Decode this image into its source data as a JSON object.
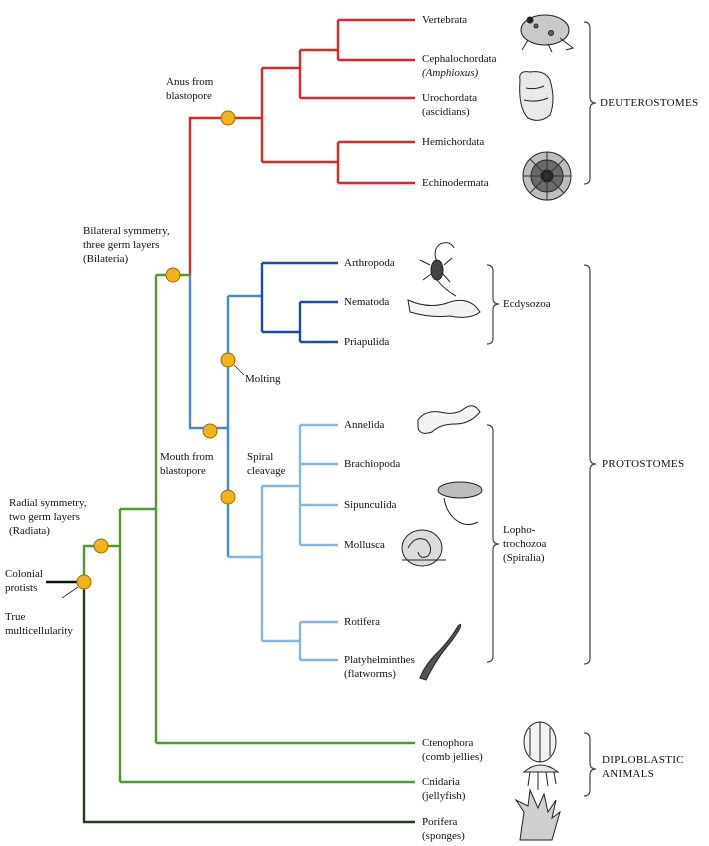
{
  "taxa": {
    "vertebrata": "Vertebrata",
    "cephalochordata": "Cephalochordata",
    "cephalochordata_sub": "(Amphioxus)",
    "urochordata": "Urochordata",
    "urochordata_sub": "(ascidians)",
    "hemichordata": "Hemichordata",
    "echinodermata": "Echinodermata",
    "arthropoda": "Arthropoda",
    "nematoda": "Nematoda",
    "priapulida": "Priapulida",
    "annelida": "Annelida",
    "brachiopoda": "Brachiopoda",
    "sipunculida": "Sipunculida",
    "mollusca": "Mollusca",
    "rotifera": "Rotifera",
    "platyhelminthes": "Platyhelminthes",
    "platyhelminthes_sub": "(flatworms)",
    "ctenophora": "Ctenophora",
    "ctenophora_sub": "(comb jellies)",
    "cnidaria": "Cnidaria",
    "cnidaria_sub": "(jellyfish)",
    "porifera": "Porifera",
    "porifera_sub": "(sponges)"
  },
  "nodes": {
    "anus": [
      "Anus from",
      "blastopore"
    ],
    "bilateral": [
      "Bilateral symmetry,",
      "three germ layers",
      "(Bilateria)"
    ],
    "molting": [
      "Molting"
    ],
    "mouth": [
      "Mouth from",
      "blastopore"
    ],
    "spiral": [
      "Spiral",
      "cleavage"
    ],
    "radial": [
      "Radial symmetry,",
      "two germ layers",
      "(Radiata)"
    ],
    "colonial": [
      "Colonial",
      "protists"
    ],
    "true_multi": [
      "True",
      "multicellularity"
    ]
  },
  "groups": {
    "deuterostomes": "DEUTEROSTOMES",
    "protostomes": "PROTOSTOMES",
    "ecdysozoa": "Ecdysozoa",
    "lophotrochozoa": [
      "Lopho-",
      "trochozoa",
      "(Spiralia)"
    ],
    "diploblastic": [
      "DIPLOBLASTIC",
      "ANIMALS"
    ]
  },
  "colors": {
    "deuterostome_branch": "#e0262b",
    "ecdysozoa_branch": "#1e49a8",
    "protostome_branch": "#4a86d0",
    "spiralia_branch": "#86b4e6",
    "metazoa_branch": "#4e9a2c",
    "porifera_branch": "#1f3d1a",
    "protist_branch": "#111111",
    "node_fill": "#f2b21a",
    "node_stroke": "#9a6a00",
    "bracket": "#444444"
  },
  "icons": [
    "frog-icon",
    "amphioxus-icon",
    "ascidian-icon",
    "sea-urchin-icon",
    "scorpion-icon",
    "nematode-icon",
    "earthworm-icon",
    "sipunculid-icon",
    "snail-icon",
    "flatworm-icon",
    "comb-jelly-icon",
    "jellyfish-icon",
    "sponge-icon"
  ]
}
